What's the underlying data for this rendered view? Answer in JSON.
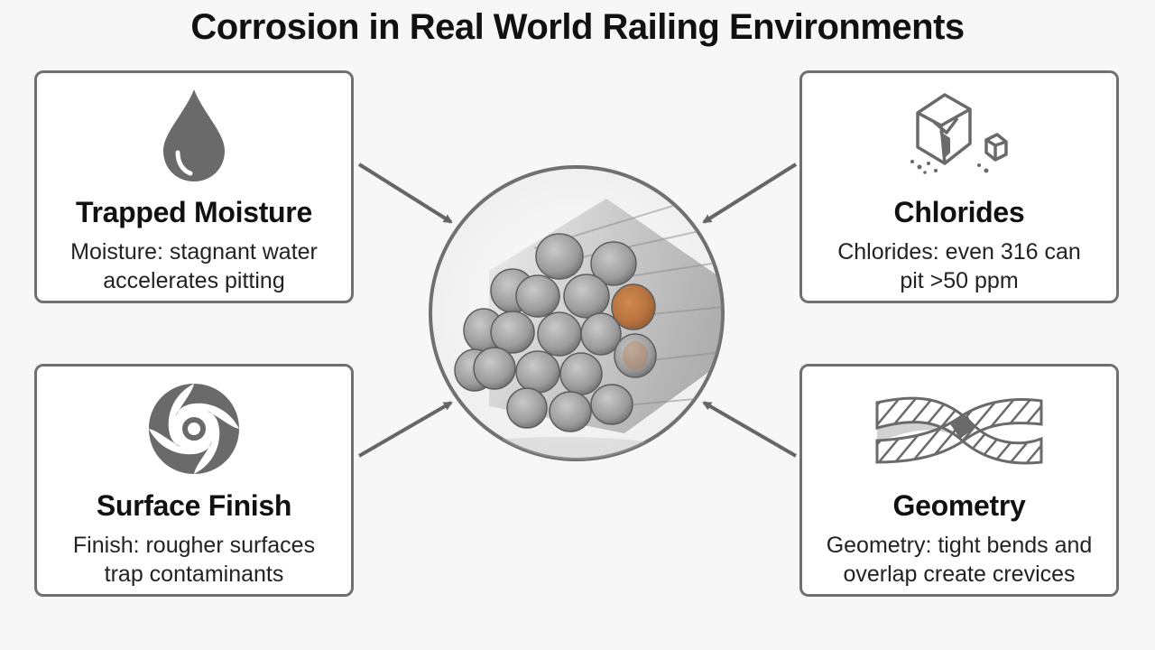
{
  "title": "Corrosion in Real World Railing Environments",
  "cards": {
    "moisture": {
      "title": "Trapped Moisture",
      "desc_line1": "Moisture: stagnant water",
      "desc_line2": "accelerates pitting",
      "icon": "water-drop-icon"
    },
    "chlorides": {
      "title": "Chlorides",
      "desc_line1": "Chlorides: even 316 can",
      "desc_line2": "pit >50 ppm",
      "icon": "salt-crystal-icon"
    },
    "finish": {
      "title": "Surface Finish",
      "desc_line1": "Finish: rougher surfaces",
      "desc_line2": "trap contaminants",
      "icon": "swirl-icon"
    },
    "geometry": {
      "title": "Geometry",
      "desc_line1": "Geometry: tight bends and",
      "desc_line2": "overlap create crevices",
      "icon": "hatched-overlap-icon"
    }
  },
  "center": {
    "image": "wire-rope-cross-section",
    "rust_color": "#b8733f"
  },
  "colors": {
    "border": "#707070",
    "arrow": "#666666",
    "icon": "#666666"
  }
}
